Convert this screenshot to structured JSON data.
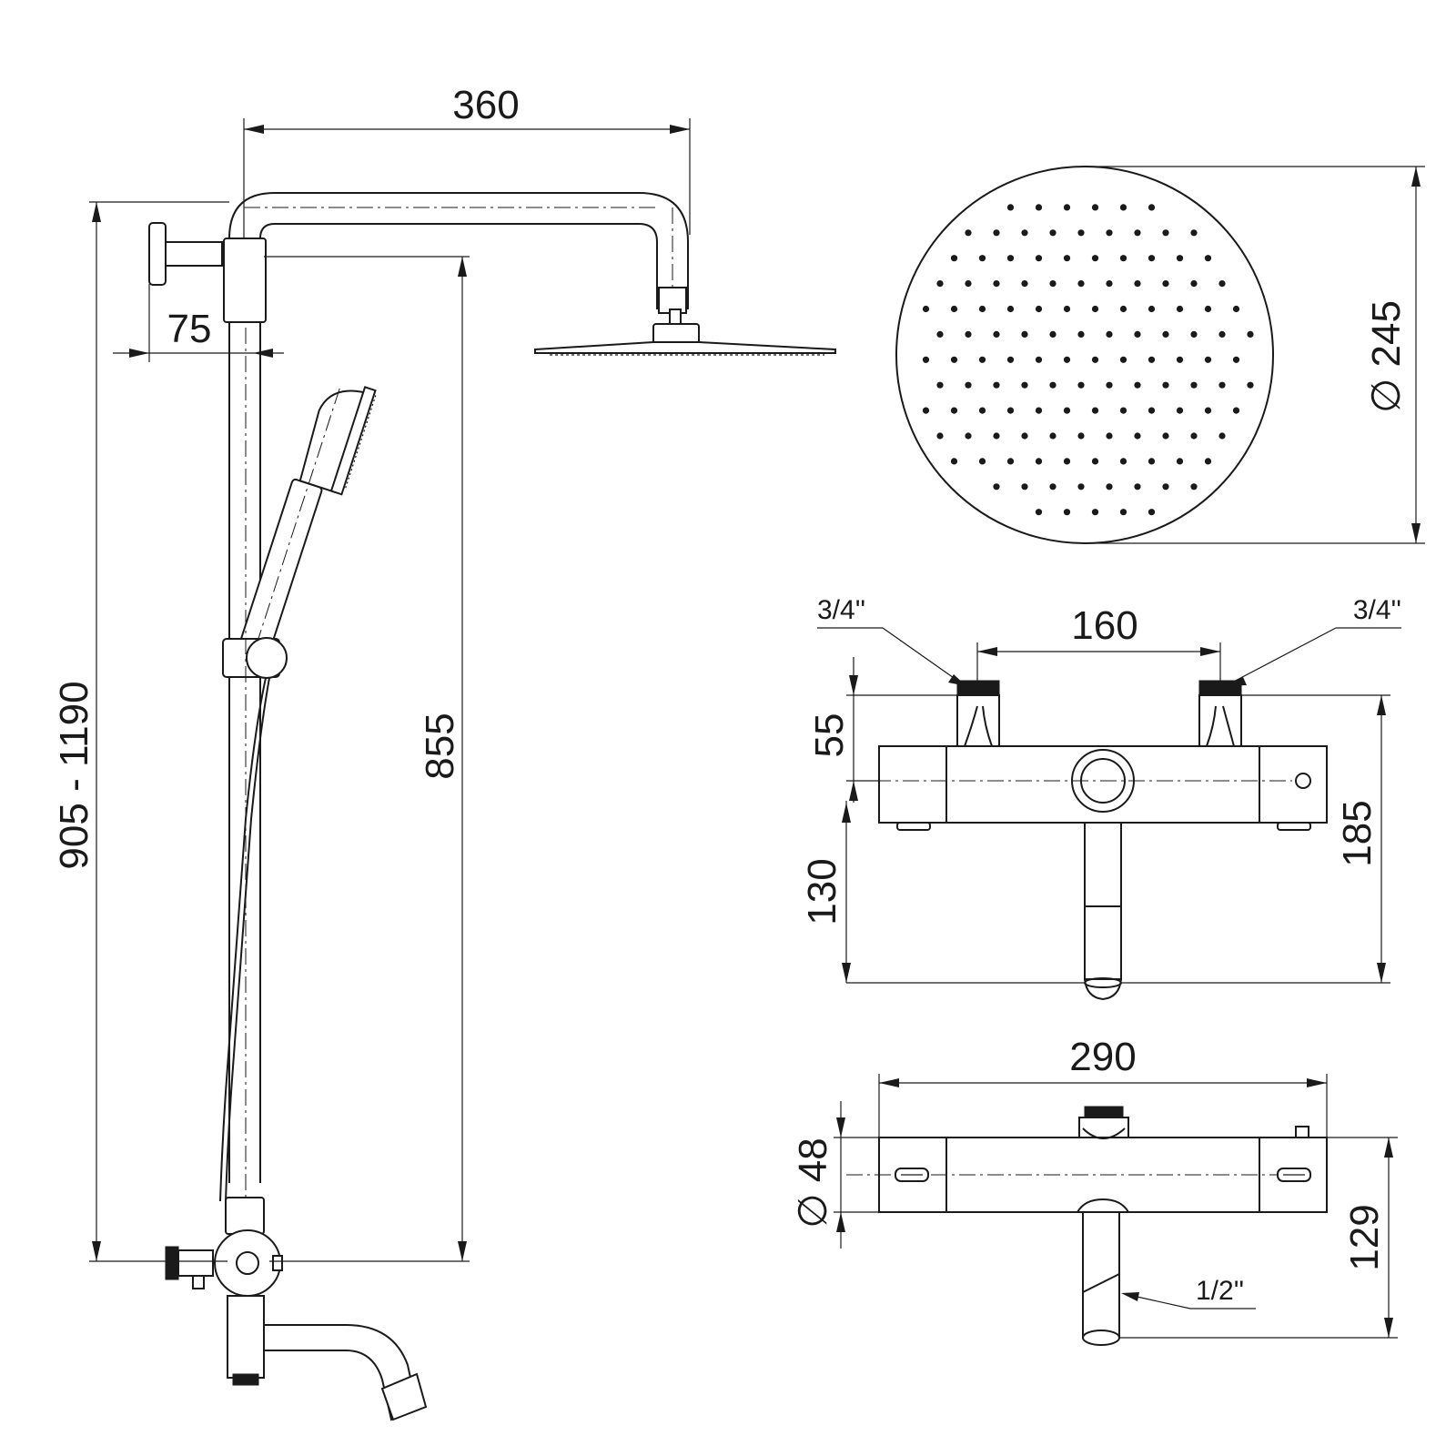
{
  "dimensions": {
    "arm_length": "360",
    "wall_offset": "75",
    "total_height": "905 - 1190",
    "riser_height": "855",
    "head_diameter": "245",
    "inlet_spacing": "160",
    "inlet_height": "55",
    "spout_drop": "130",
    "overall_depth": "185",
    "body_width": "290",
    "body_diameter": "48",
    "bottom_depth": "129"
  },
  "thread_sizes": {
    "inlet_left": "3/4''",
    "inlet_right": "3/4''",
    "outlet": "1/2''"
  },
  "symbols": {
    "diameter": "∅"
  }
}
